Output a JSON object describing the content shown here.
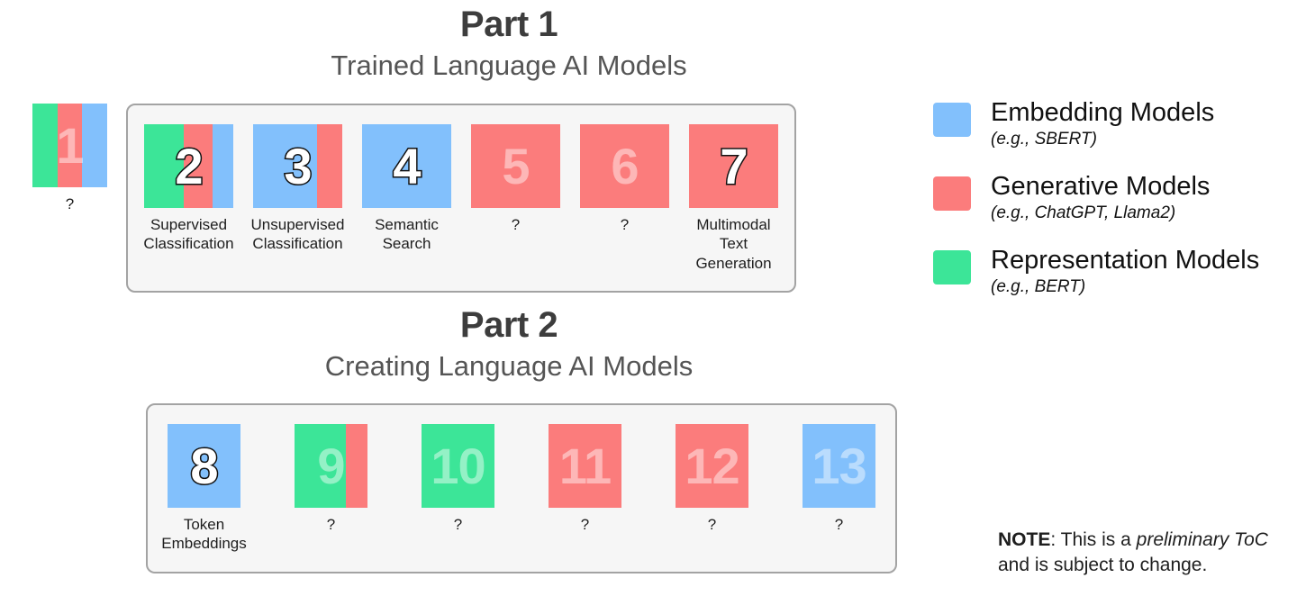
{
  "parts": [
    {
      "title": "Part 1",
      "subtitle": "Trained Language AI Models",
      "intro_chapter": {
        "number": "1",
        "label": "?",
        "number_style": "faded",
        "stripes": [
          {
            "color": "#3ce598",
            "pct": 33.4
          },
          {
            "color": "#fb7c7c",
            "pct": 33.3
          },
          {
            "color": "#82c0fc",
            "pct": 33.3
          }
        ]
      },
      "chapters": [
        {
          "number": "2",
          "label": "Supervised\nClassification",
          "number_style": "solid",
          "stripes": [
            {
              "color": "#3ce598",
              "pct": 44
            },
            {
              "color": "#fb7c7c",
              "pct": 33
            },
            {
              "color": "#82c0fc",
              "pct": 23
            }
          ]
        },
        {
          "number": "3",
          "label": "Unsupervised\nClassification",
          "number_style": "solid",
          "stripes": [
            {
              "color": "#82c0fc",
              "pct": 72
            },
            {
              "color": "#fb7c7c",
              "pct": 28
            }
          ]
        },
        {
          "number": "4",
          "label": "Semantic\nSearch",
          "number_style": "solid",
          "stripes": [
            {
              "color": "#82c0fc",
              "pct": 100
            }
          ]
        },
        {
          "number": "5",
          "label": "?",
          "number_style": "faded",
          "stripes": [
            {
              "color": "#fb7c7c",
              "pct": 100
            }
          ]
        },
        {
          "number": "6",
          "label": "?",
          "number_style": "faded",
          "stripes": [
            {
              "color": "#fb7c7c",
              "pct": 100
            }
          ]
        },
        {
          "number": "7",
          "label": "Multimodal\nText\nGeneration",
          "number_style": "solid",
          "stripes": [
            {
              "color": "#fb7c7c",
              "pct": 100
            }
          ]
        }
      ]
    },
    {
      "title": "Part 2",
      "subtitle": "Creating Language AI Models",
      "chapters": [
        {
          "number": "8",
          "label": "Token\nEmbeddings",
          "number_style": "solid",
          "stripes": [
            {
              "color": "#82c0fc",
              "pct": 100
            }
          ]
        },
        {
          "number": "9",
          "label": "?",
          "number_style": "faded",
          "stripes": [
            {
              "color": "#3ce598",
              "pct": 70
            },
            {
              "color": "#fb7c7c",
              "pct": 30
            }
          ]
        },
        {
          "number": "10",
          "label": "?",
          "number_style": "faded",
          "stripes": [
            {
              "color": "#3ce598",
              "pct": 100
            }
          ]
        },
        {
          "number": "11",
          "label": "?",
          "number_style": "faded",
          "stripes": [
            {
              "color": "#fb7c7c",
              "pct": 100
            }
          ]
        },
        {
          "number": "12",
          "label": "?",
          "number_style": "faded",
          "stripes": [
            {
              "color": "#fb7c7c",
              "pct": 100
            }
          ]
        },
        {
          "number": "13",
          "label": "?",
          "number_style": "faded",
          "stripes": [
            {
              "color": "#82c0fc",
              "pct": 100
            }
          ]
        }
      ]
    }
  ],
  "legend": {
    "items": [
      {
        "title": "Embedding Models",
        "example": "(e.g., SBERT)",
        "color": "#82c0fc"
      },
      {
        "title": "Generative Models",
        "example": "(e.g., ChatGPT, Llama2)",
        "color": "#fb7c7c"
      },
      {
        "title": "Representation Models",
        "example": "(e.g., BERT)",
        "color": "#3ce598"
      }
    ]
  },
  "note": {
    "bold_prefix": "NOTE",
    "text_1": ": This is a ",
    "italic_1": "preliminary ToC",
    "text_2": " and is subject to change."
  },
  "colors": {
    "embedding_blue": "#82c0fc",
    "generative_red": "#fb7c7c",
    "representation_green": "#3ce598",
    "container_fill": "#f6f6f6",
    "container_border": "#a3a3a3",
    "title_text": "#3d3d3d",
    "subtitle_text": "#555555"
  }
}
